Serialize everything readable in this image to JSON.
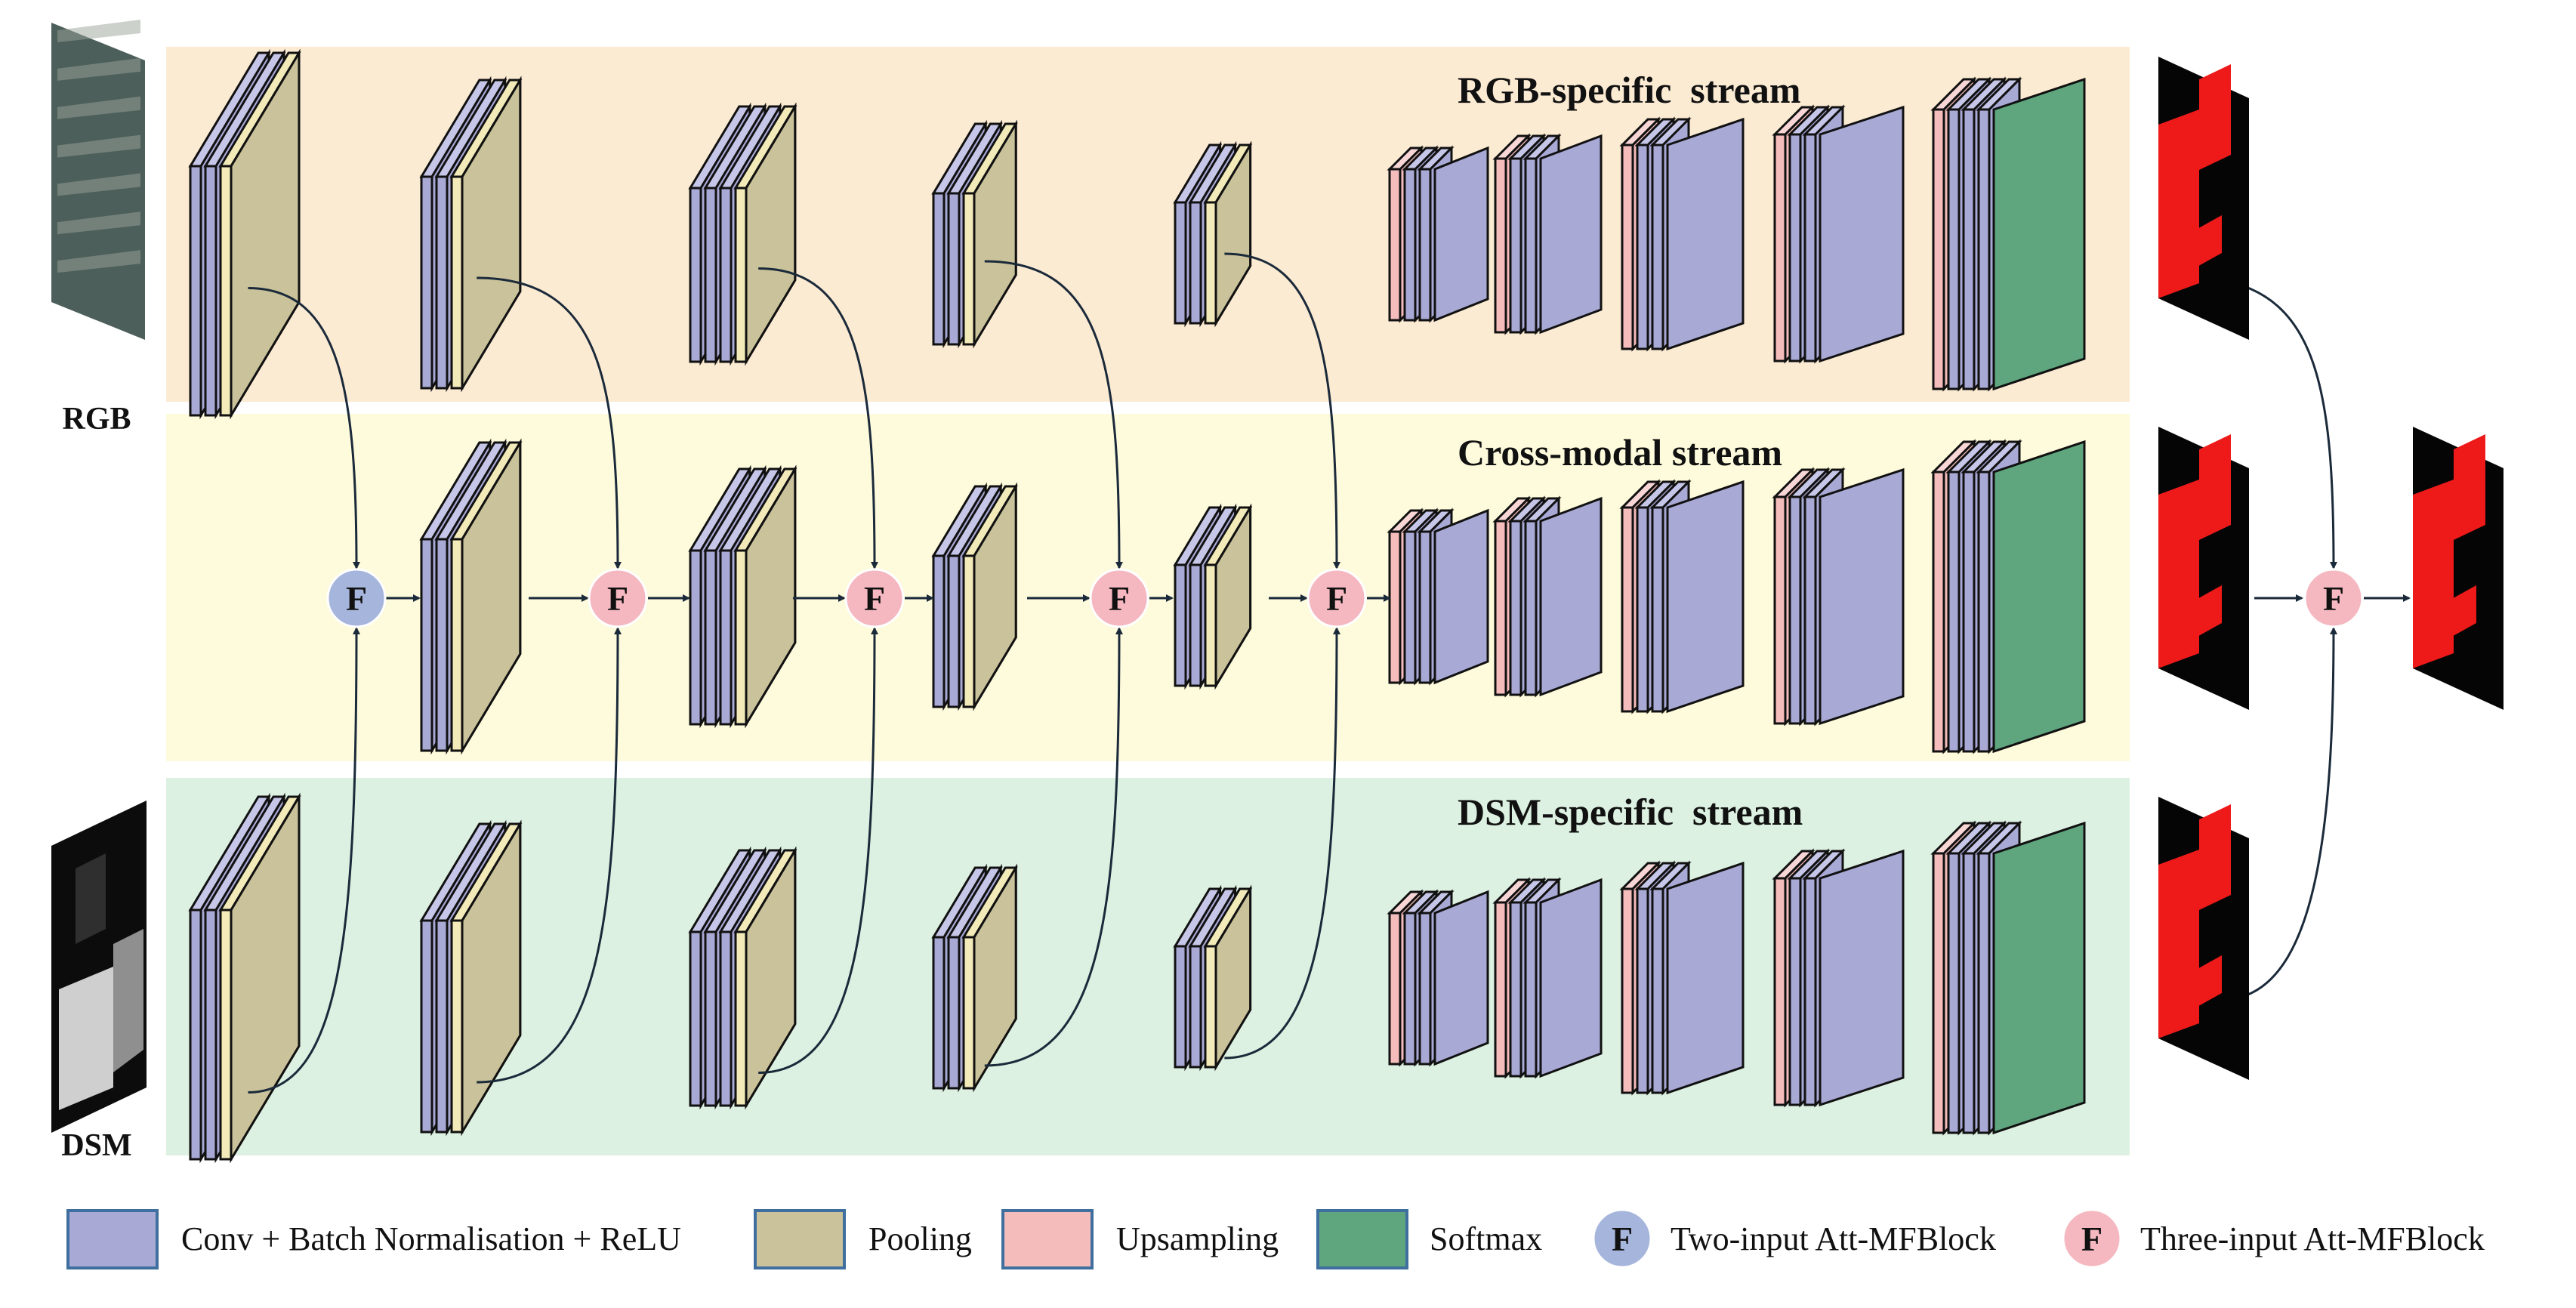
{
  "streams": {
    "rgb": {
      "title": "RGB-specific  stream",
      "color": "#fcebd3"
    },
    "cross": {
      "title": "Cross-modal stream",
      "color": "#fefbdc"
    },
    "dsm": {
      "title": "DSM-specific  stream",
      "color": "#ddf1e2"
    }
  },
  "inputs": {
    "rgb_label": "RGB",
    "dsm_label": "DSM"
  },
  "fusion_node_letter": "F",
  "colors": {
    "conv": "#a9a9d6",
    "conv_top": "#c6c6e8",
    "pooling": "#c9c29a",
    "pooling_top": "#ddd7b4",
    "pool_slice": "#f2eab9",
    "upsampling": "#f5bcbc",
    "upsampling_top": "#f9d6d6",
    "softmax": "#5fa67f",
    "softmax_top": "#86c29f",
    "two_input_node": "#a6b5dc",
    "three_input_node": "#f5b8c0",
    "prediction_red": "#ee1a1a"
  },
  "legend": [
    {
      "key": "conv",
      "label": "Conv + Batch Normalisation + ReLU"
    },
    {
      "key": "pooling",
      "label": "Pooling"
    },
    {
      "key": "upsampling",
      "label": "Upsampling"
    },
    {
      "key": "softmax",
      "label": "Softmax"
    },
    {
      "key": "two_input",
      "label": "Two-input Att-MFBlock"
    },
    {
      "key": "three_input",
      "label": "Three-input Att-MFBlock"
    }
  ]
}
